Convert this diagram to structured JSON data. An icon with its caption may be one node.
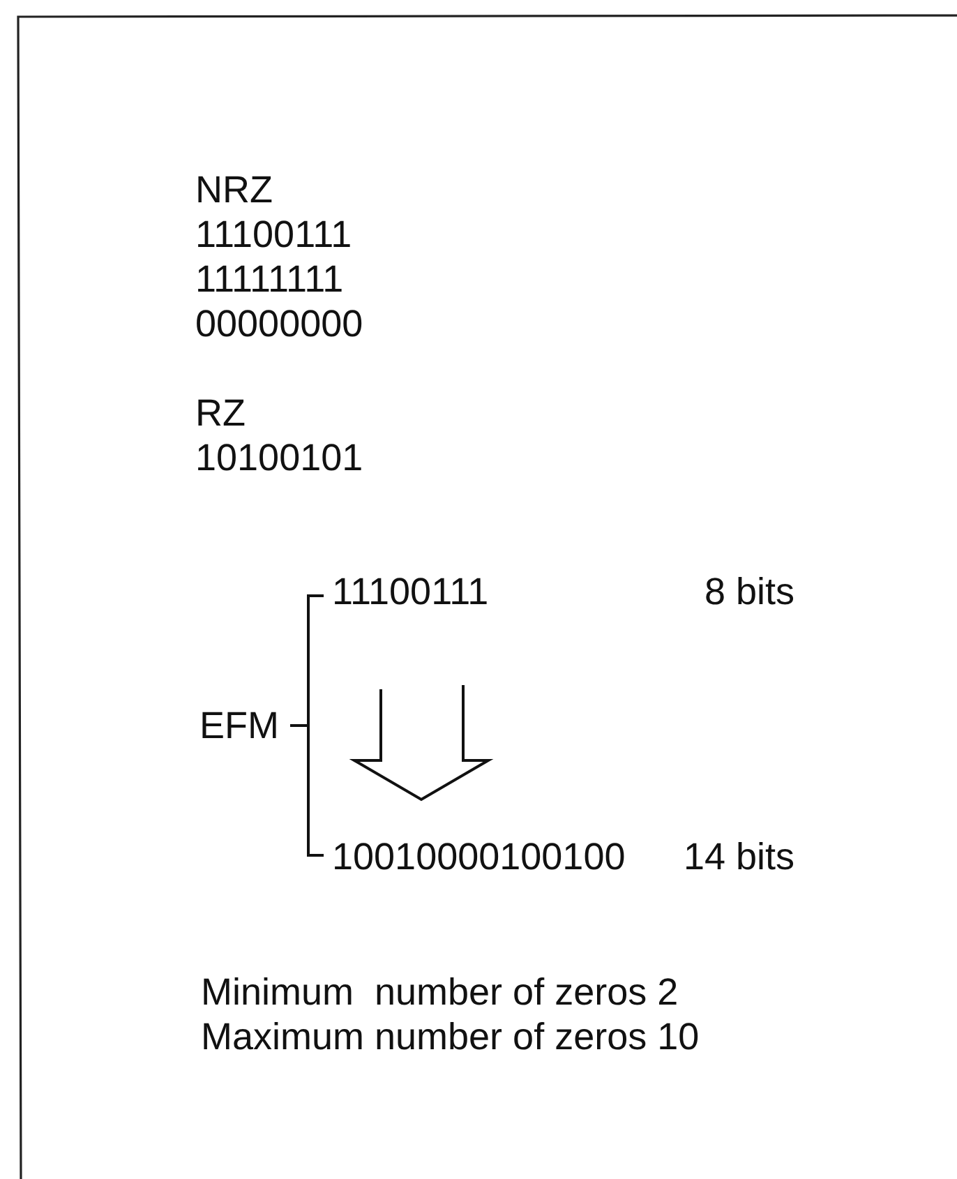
{
  "diagram": {
    "labels": [
      "NRZ",
      "11100111",
      "11111111",
      "00000000",
      "RZ",
      "10100101",
      "11100111",
      "8 bits",
      "EFM",
      "10010000100100",
      "14 bits",
      "Minimum  number of zeros 2",
      "Maximum number of zeros 10"
    ]
  }
}
